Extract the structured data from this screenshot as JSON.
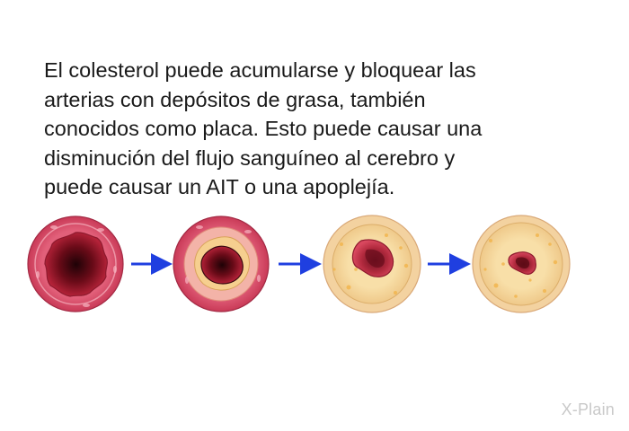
{
  "caption": {
    "lines": [
      "El colesterol puede acumularse y bloquear las",
      "arterias con depósitos de grasa, también",
      "conocidos como placa. Esto puede causar una",
      "disminución del flujo sanguíneo al cerebro y",
      "puede causar un AIT o una apoplejía."
    ]
  },
  "diagram": {
    "stages": [
      {
        "name": "healthy-artery",
        "plaque": 0.0
      },
      {
        "name": "early-plaque-artery",
        "plaque": 0.35
      },
      {
        "name": "narrowed-artery",
        "plaque": 0.65
      },
      {
        "name": "severely-narrowed-artery",
        "plaque": 0.85
      }
    ],
    "arrow_color": "#1f3fe0",
    "wall_color": "#d9475f",
    "plaque_color": "#f6d79a",
    "lumen_color": "#5a0a14"
  },
  "logo": {
    "text": "X-Plain"
  }
}
